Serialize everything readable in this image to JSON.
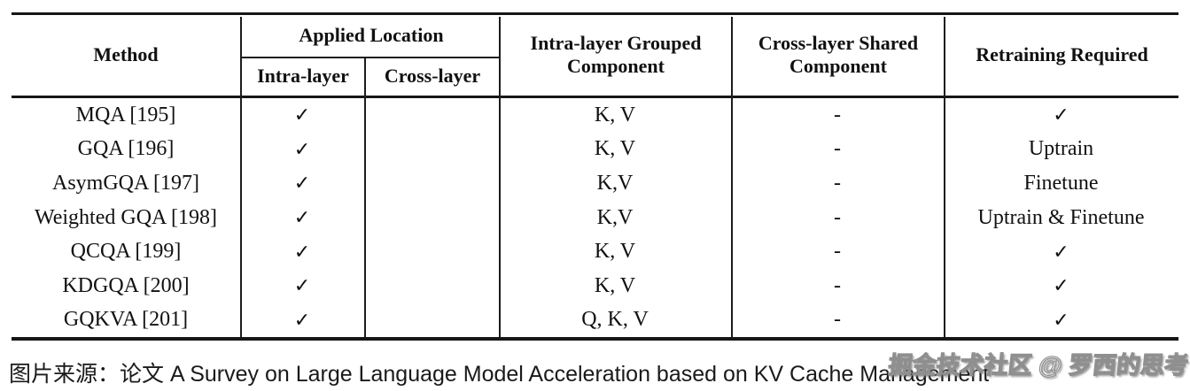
{
  "table": {
    "headers": {
      "method": "Method",
      "applied_location": "Applied Location",
      "intra_layer": "Intra-layer",
      "cross_layer": "Cross-layer",
      "intra_grouped": "Intra-layer Grouped Component",
      "cross_shared": "Cross-layer Shared Component",
      "retraining": "Retraining Required"
    },
    "rows": [
      {
        "method": "MQA [195]",
        "intra": "✓",
        "cross": "",
        "grouped": "K, V",
        "shared": "-",
        "retraining": "✓"
      },
      {
        "method": "GQA [196]",
        "intra": "✓",
        "cross": "",
        "grouped": "K, V",
        "shared": "-",
        "retraining": "Uptrain"
      },
      {
        "method": "AsymGQA [197]",
        "intra": "✓",
        "cross": "",
        "grouped": "K,V",
        "shared": "-",
        "retraining": "Finetune"
      },
      {
        "method": "Weighted GQA [198]",
        "intra": "✓",
        "cross": "",
        "grouped": "K,V",
        "shared": "-",
        "retraining": "Uptrain & Finetune"
      },
      {
        "method": "QCQA [199]",
        "intra": "✓",
        "cross": "",
        "grouped": "K, V",
        "shared": "-",
        "retraining": "✓"
      },
      {
        "method": "KDGQA [200]",
        "intra": "✓",
        "cross": "",
        "grouped": "K, V",
        "shared": "-",
        "retraining": "✓"
      },
      {
        "method": "GQKVA [201]",
        "intra": "✓",
        "cross": "",
        "grouped": "Q, K, V",
        "shared": "-",
        "retraining": "✓"
      }
    ]
  },
  "caption": "图片来源：论文 A Survey on Large Language Model Acceleration based on KV Cache Management",
  "watermark": "掘金技术社区 @ 罗西的思考",
  "colors": {
    "background": "#ffffff",
    "text": "#111111",
    "rule": "#161616",
    "watermark_gray": "#8f8f8f"
  }
}
